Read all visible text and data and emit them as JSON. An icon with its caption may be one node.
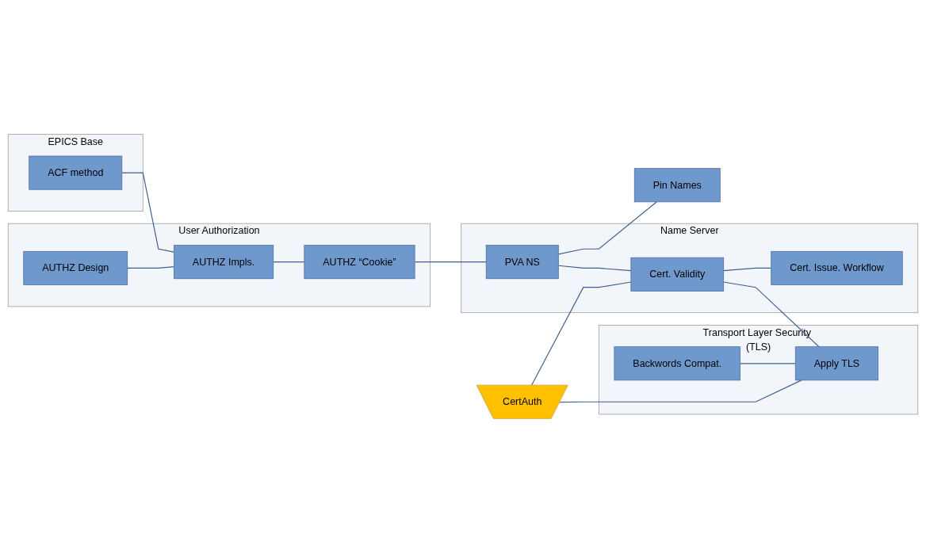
{
  "diagram": {
    "nodes": [
      {
        "text": [
          "EPICS Base"
        ]
      },
      {
        "text": [
          "ACF method"
        ],
        "in": 0
      },
      {
        "text": [
          "User Authorization"
        ]
      },
      {
        "text": [
          "AUTHZ Design"
        ],
        "in": 2
      },
      {
        "text": [
          "AUTHZ Impls."
        ],
        "in": 2
      },
      {
        "text": [
          "AUTHZ “Cookie”"
        ],
        "in": 2
      },
      {
        "text": [
          "Name Server"
        ]
      },
      {
        "text": [
          "PVA NS"
        ],
        "in": 6
      },
      {
        "text": [
          "Pin Names"
        ]
      },
      {
        "text": [
          "CertAuth"
        ]
      },
      {
        "text": [
          "Cert. Validity"
        ],
        "in": 6
      },
      {
        "text": [
          "Cert. Issue. Workflow"
        ],
        "in": 6
      },
      {
        "text": [
          "Transport Layer Security (TLS)"
        ]
      },
      {
        "text": [
          "Backwords Compat."
        ],
        "in": 12
      },
      {
        "text": [
          "Apply TLS"
        ],
        "in": 12
      }
    ],
    "edges": [
      {
        "from": 1,
        "to": 4,
        "arrow": "none"
      },
      {
        "from": 3,
        "to": 4,
        "arrow": "none"
      },
      {
        "from": 4,
        "to": 5,
        "arrow": "none"
      },
      {
        "from": 5,
        "to": 7,
        "arrow": "none"
      },
      {
        "from": 7,
        "to": 8,
        "arrow": "none"
      },
      {
        "from": 7,
        "to": 10,
        "arrow": "none"
      },
      {
        "from": 10,
        "to": 11,
        "arrow": "none"
      },
      {
        "from": 10,
        "to": 14,
        "arrow": "none"
      },
      {
        "from": 9,
        "to": 10,
        "arrow": "none"
      },
      {
        "from": 9,
        "to": 14,
        "arrow": "none"
      },
      {
        "from": 13,
        "to": 14,
        "arrow": "none"
      }
    ]
  }
}
